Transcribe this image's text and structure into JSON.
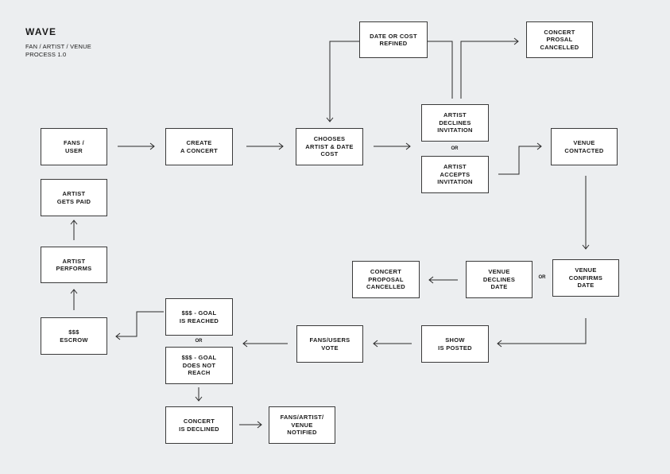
{
  "header": {
    "title": "WAVE",
    "subtitle_line1": "FAN / ARTIST / VENUE",
    "subtitle_line2": "PROCESS 1.0"
  },
  "colors": {
    "background": "#eceef0",
    "node_fill": "#ffffff",
    "stroke": "#2a2a2a"
  },
  "nodes": {
    "fans_user": "FANS /\nUSER",
    "create_concert": "CREATE\nA CONCERT",
    "chooses_artist": "CHOOSES\nARTIST & DATE\nCOST",
    "date_refined": "DATE OR COST\nREFINED",
    "concert_prosal_cancelled": "CONCERT\nPROSAL\nCANCELLED",
    "artist_declines": "ARTIST\nDECLINES\nINVITATION",
    "artist_accepts": "ARTIST\nACCEPTS\nINVITATION",
    "venue_contacted": "VENUE\nCONTACTED",
    "venue_confirms": "VENUE\nCONFIRMS\nDATE",
    "venue_declines": "VENUE\nDECLINES\nDATE",
    "concert_proposal_cancelled": "CONCERT\nPROPOSAL\nCANCELLED",
    "show_posted": "SHOW\nIS POSTED",
    "fans_users_vote": "FANS/USERS\nVOTE",
    "goal_reached": "$$$ - GOAL\nIS REACHED",
    "goal_not_reach": "$$$ - GOAL\nDOES NOT\nREACH",
    "concert_declined": "CONCERT\nIS DECLINED",
    "fans_artist_venue_notified": "FANS/ARTIST/\nVENUE\nNOTIFIED",
    "escrow": "$$$\nESCROW",
    "artist_performs": "ARTIST\nPERFORMS",
    "artist_gets_paid": "ARTIST\nGETS PAID"
  },
  "or_labels": {
    "artist_or": "OR",
    "venue_or": "OR",
    "goal_or": "OR"
  }
}
